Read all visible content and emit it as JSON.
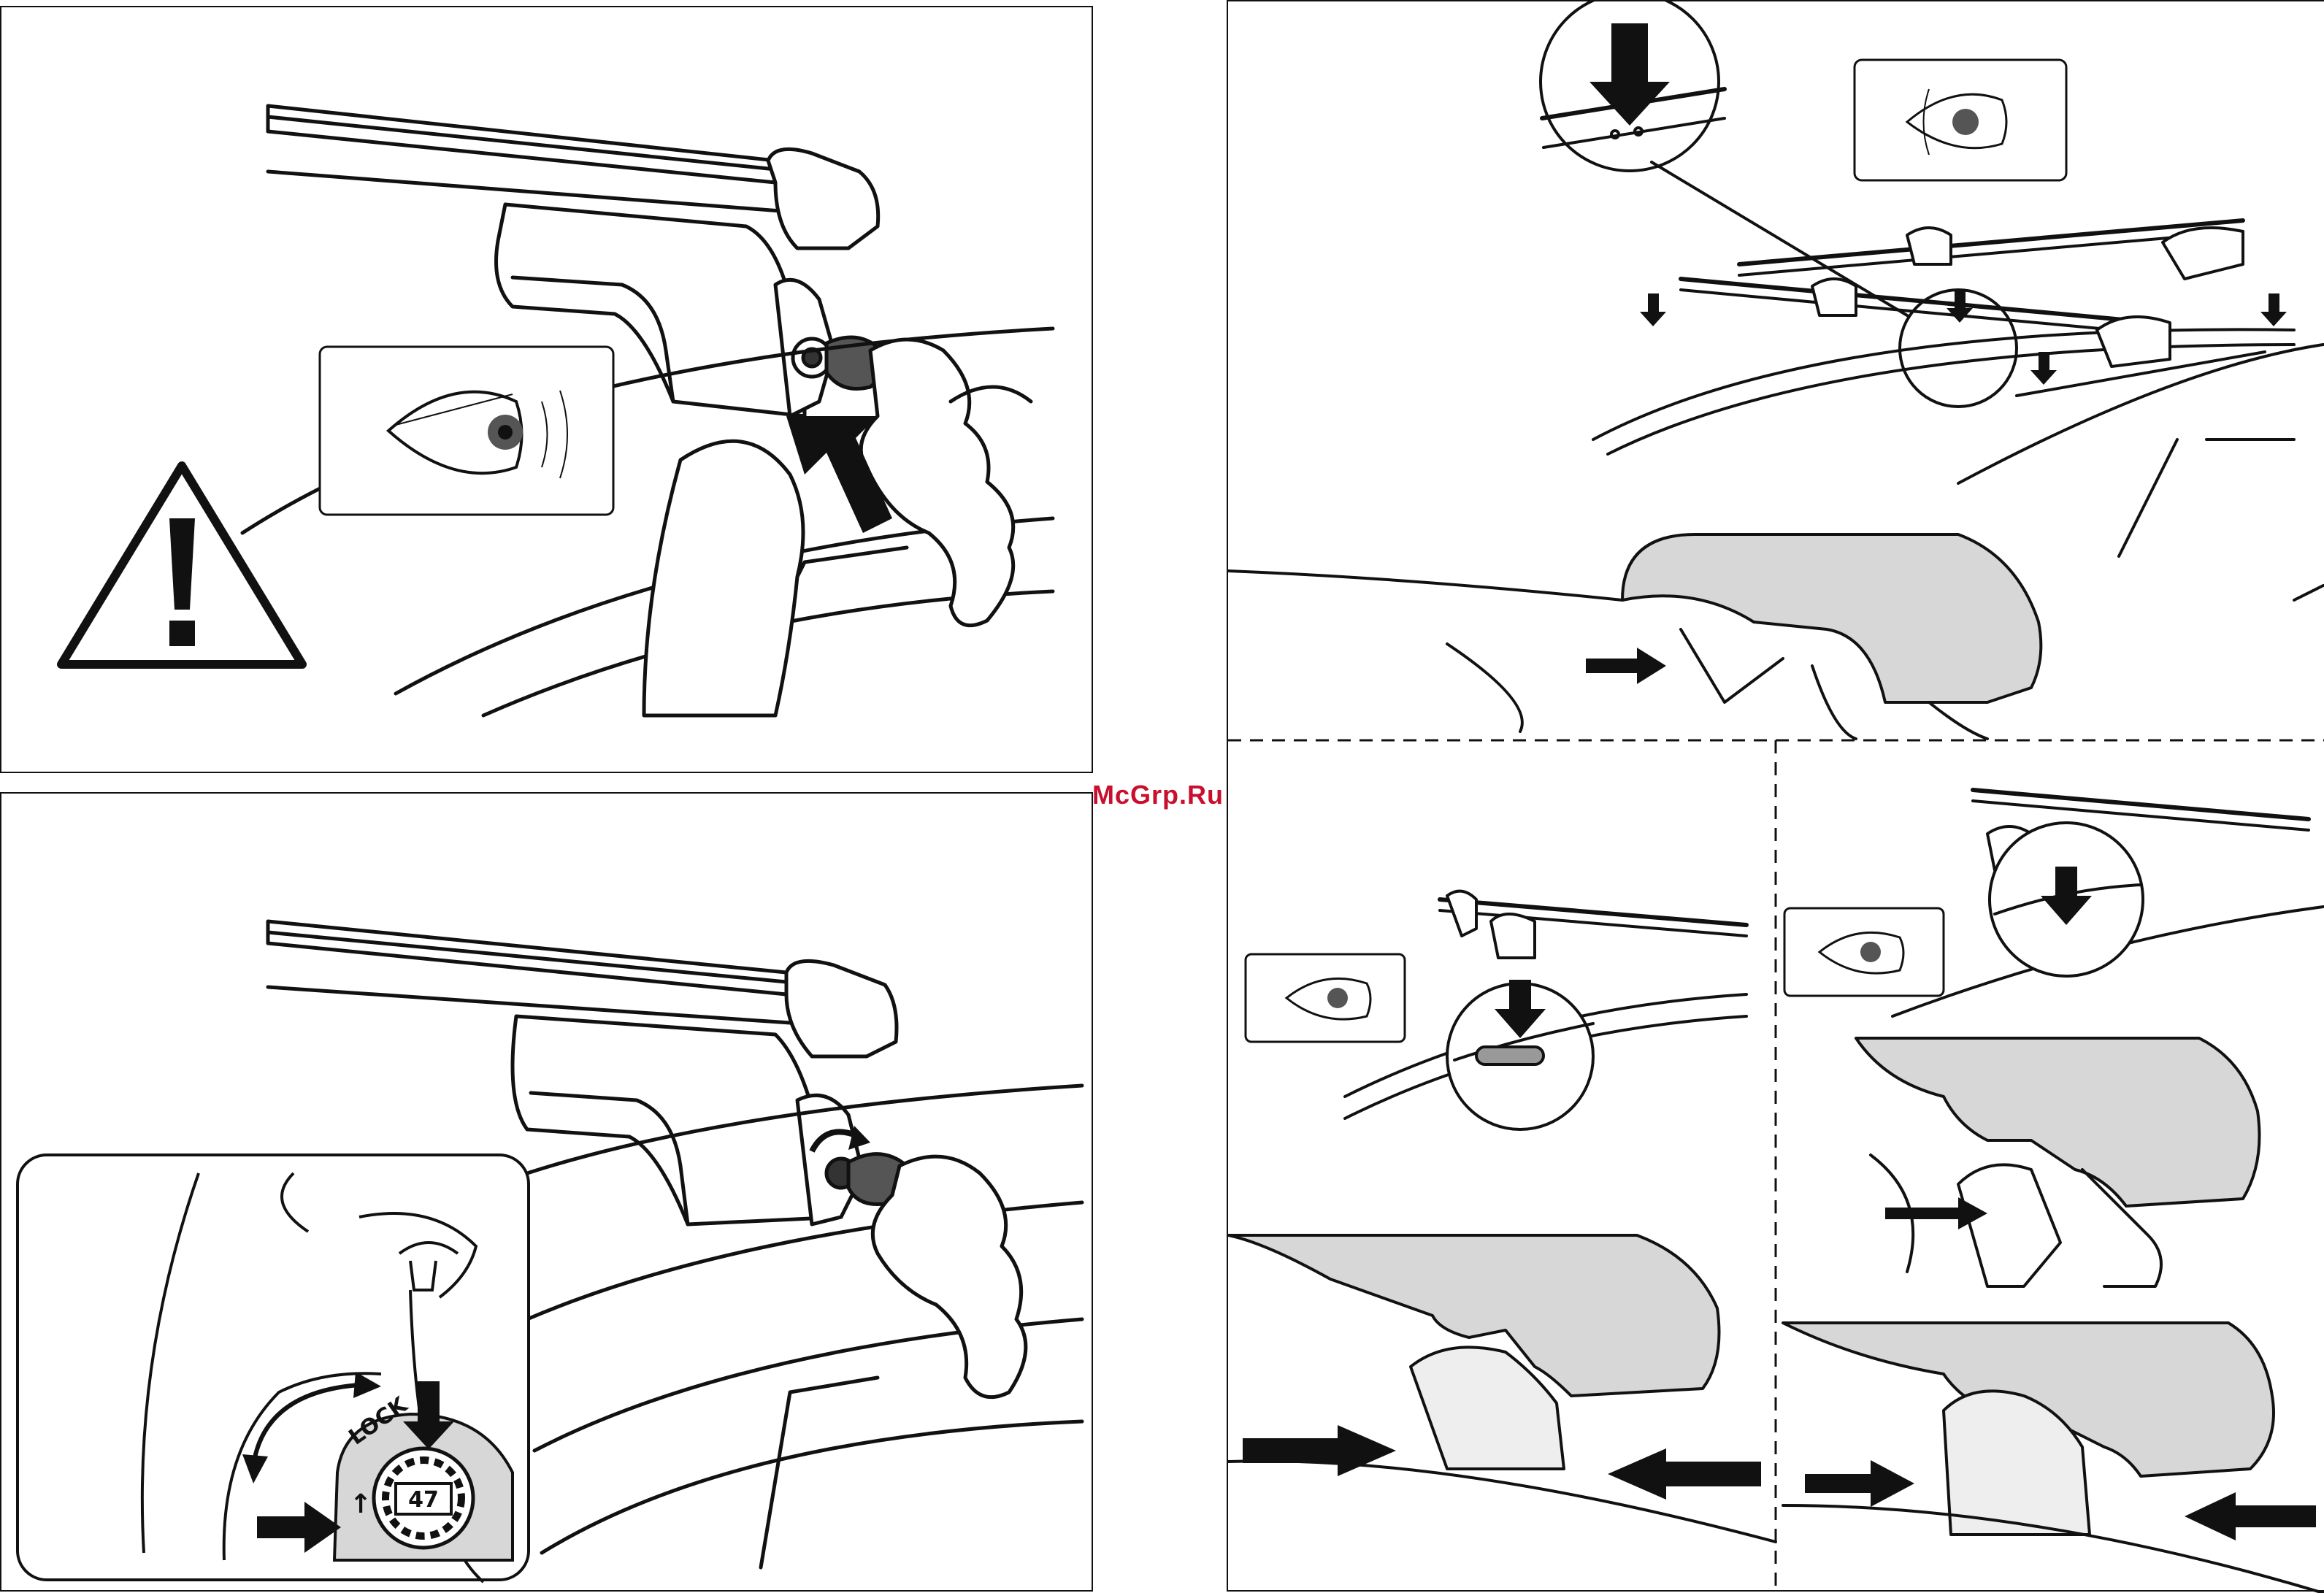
{
  "watermark": "McGrp.Ru",
  "lock_detail": {
    "ring_label": "LOCK",
    "arrow_mark": "↑",
    "key_number": "47"
  },
  "colors": {
    "line": "#111111",
    "surface_gray": "#d7d7d7",
    "detail_gray": "#a9a9a9",
    "watermark": "#c8102e"
  },
  "icons": [
    "warning-triangle-icon",
    "eye-inspect-icon",
    "push-arrow-icon",
    "rotate-arrow-icon",
    "down-arrow-icon"
  ]
}
